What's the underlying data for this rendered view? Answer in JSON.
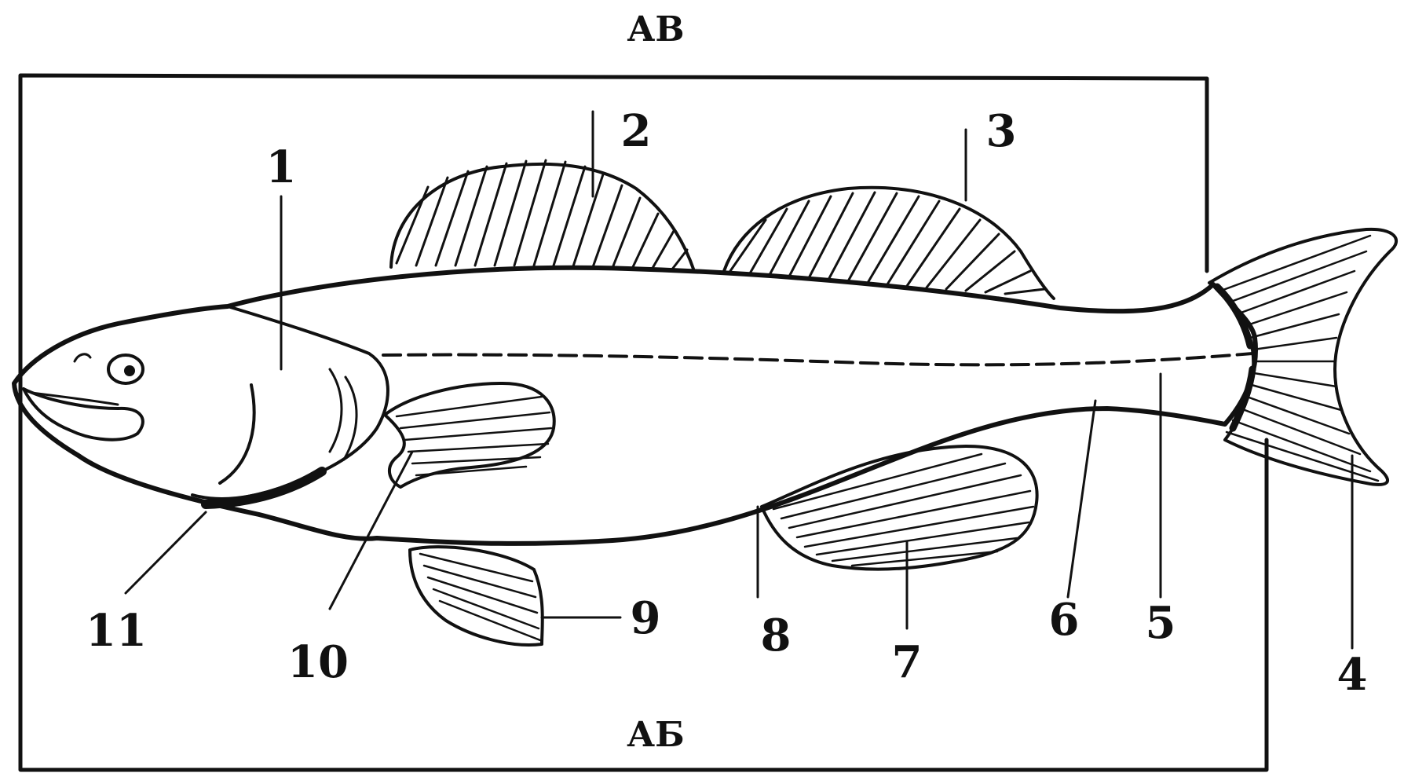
{
  "title_top": "АВ",
  "title_bottom": "АБ",
  "labels": {
    "n1": "1",
    "n2": "2",
    "n3": "3",
    "n4": "4",
    "n5": "5",
    "n6": "6",
    "n7": "7",
    "n8": "8",
    "n9": "9",
    "n10": "10",
    "n11": "11"
  }
}
